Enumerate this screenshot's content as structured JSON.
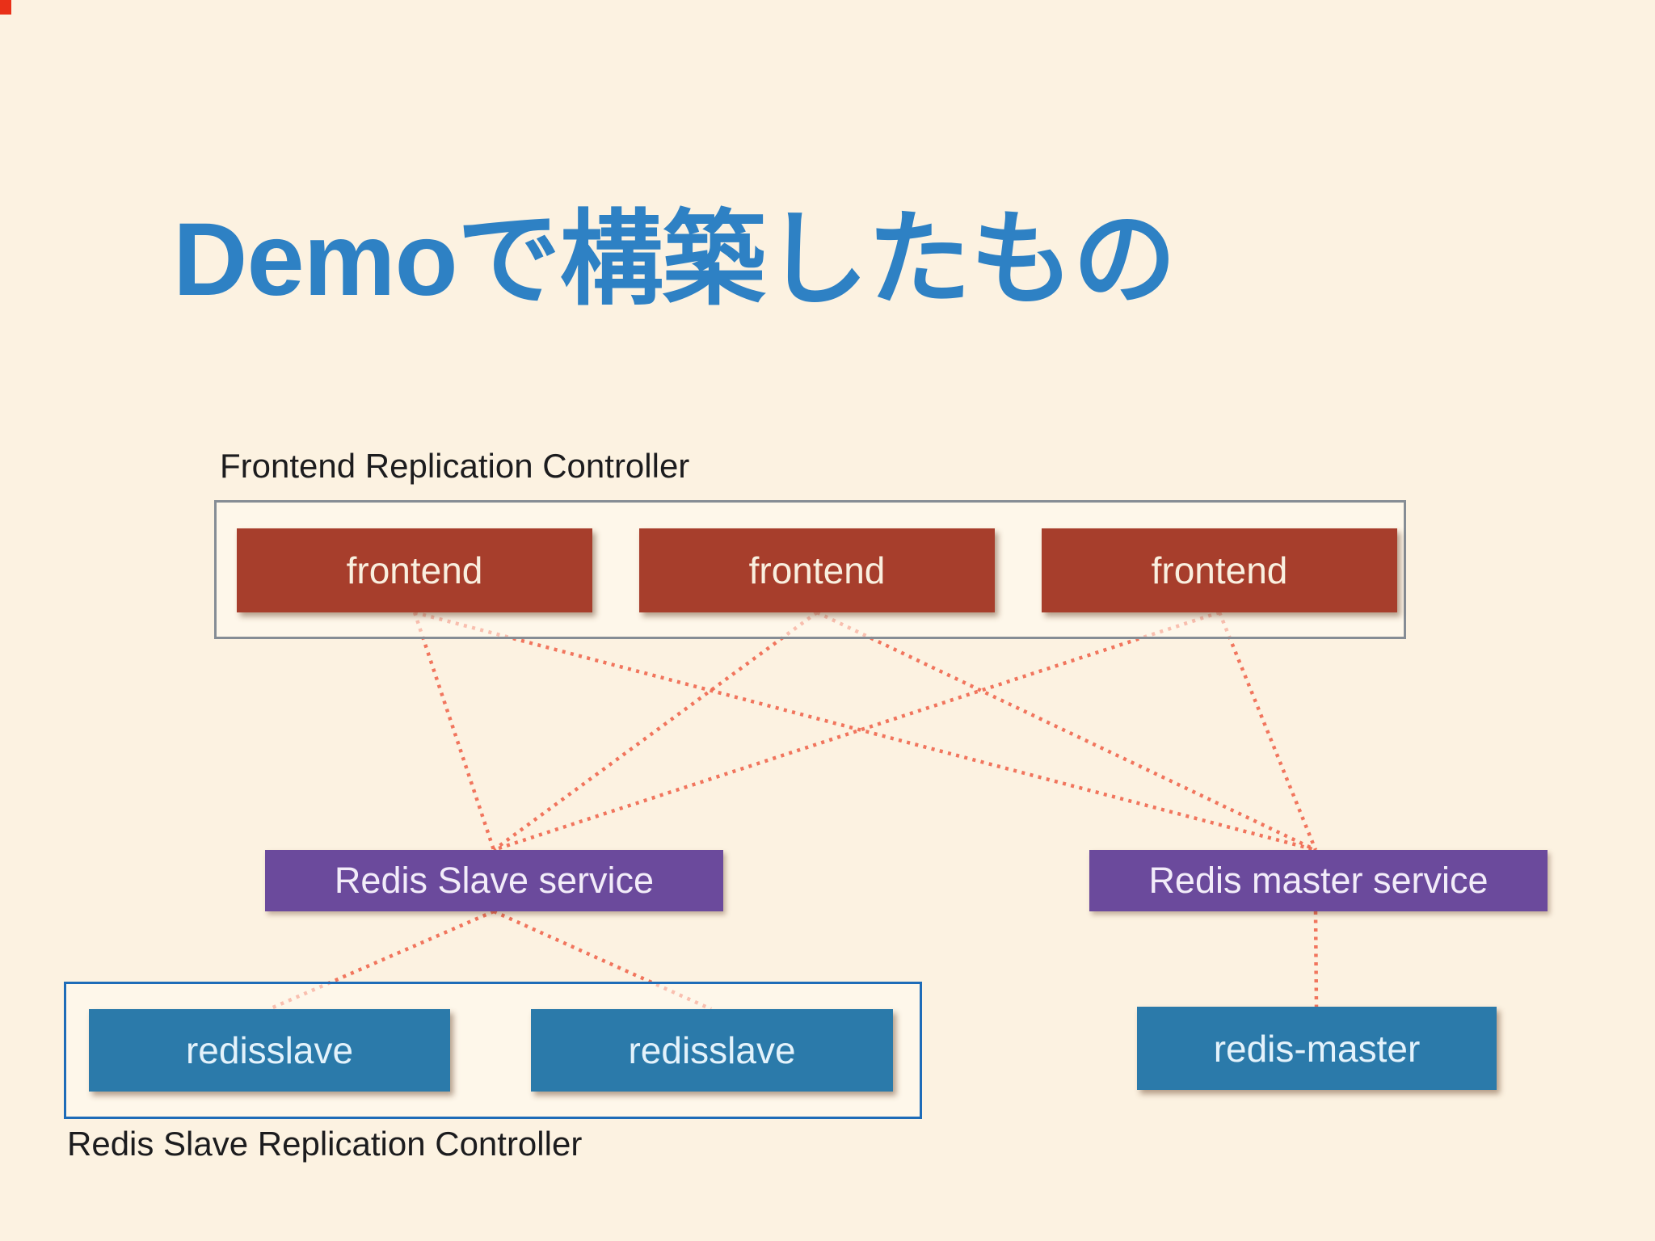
{
  "slide": {
    "title": "Demoで構築したもの",
    "frontend_rc": {
      "label": "Frontend Replication Controller",
      "pods": [
        "frontend",
        "frontend",
        "frontend"
      ]
    },
    "services": {
      "slave": "Redis Slave service",
      "master": "Redis master service"
    },
    "slave_rc": {
      "label": "Redis Slave Replication Controller",
      "pods": [
        "redisslave",
        "redisslave"
      ]
    },
    "master_pod": "redis-master",
    "connections": [
      {
        "from": "frontend-1",
        "to": "redis-slave-service"
      },
      {
        "from": "frontend-1",
        "to": "redis-master-service"
      },
      {
        "from": "frontend-2",
        "to": "redis-slave-service"
      },
      {
        "from": "frontend-2",
        "to": "redis-master-service"
      },
      {
        "from": "frontend-3",
        "to": "redis-slave-service"
      },
      {
        "from": "frontend-3",
        "to": "redis-master-service"
      },
      {
        "from": "redis-slave-service",
        "to": "redisslave-1"
      },
      {
        "from": "redis-slave-service",
        "to": "redisslave-2"
      },
      {
        "from": "redis-master-service",
        "to": "redis-master"
      }
    ],
    "colors": {
      "background": "#fcf2e1",
      "title_blue": "#2e81c4",
      "pod_red": "#a73e2c",
      "pod_blue": "#2b7aaa",
      "service_purple": "#6b4a9c",
      "connector_salmon": "#f0684f",
      "container_border_gray": "#868d95",
      "container_border_blue": "#1e6cb8",
      "label_text": "#1c1c1e",
      "corner_red": "#e93018"
    }
  }
}
